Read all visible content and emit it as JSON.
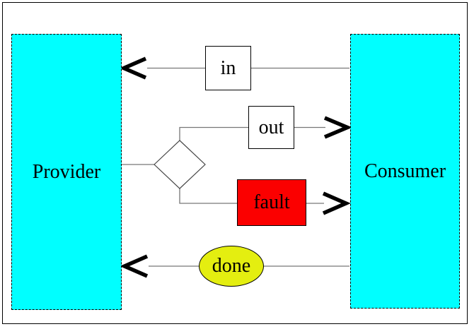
{
  "diagram": {
    "title": "message-exchange diagram",
    "nodes": {
      "provider": {
        "label": "Provider",
        "shape": "dashed-rectangle"
      },
      "consumer": {
        "label": "Consumer",
        "shape": "dashed-rectangle"
      },
      "in": {
        "label": "in",
        "shape": "rectangle"
      },
      "out": {
        "label": "out",
        "shape": "rectangle"
      },
      "fault": {
        "label": "fault",
        "shape": "rectangle"
      },
      "done": {
        "label": "done",
        "shape": "ellipse"
      },
      "choice": {
        "label": "",
        "shape": "diamond"
      }
    },
    "edges": [
      {
        "from": "in",
        "to": "provider",
        "arrow": "open-chevron-left"
      },
      {
        "from": "consumer",
        "to": "in",
        "arrow": "none"
      },
      {
        "from": "choice",
        "to": "out",
        "arrow": "none"
      },
      {
        "from": "out",
        "to": "consumer",
        "arrow": "open-chevron-right"
      },
      {
        "from": "provider",
        "to": "choice",
        "arrow": "none"
      },
      {
        "from": "choice",
        "to": "fault",
        "arrow": "none"
      },
      {
        "from": "fault",
        "to": "consumer",
        "arrow": "open-chevron-right"
      },
      {
        "from": "done",
        "to": "provider",
        "arrow": "open-chevron-left"
      },
      {
        "from": "consumer",
        "to": "done",
        "arrow": "none"
      }
    ]
  },
  "colors": {
    "background": "#ffffff",
    "actor_fill": "#00ffff",
    "message_box_fill": "#ffffff",
    "fault_fill": "#fb0000",
    "done_fill": "#e4ee10",
    "wire": "#777777",
    "diamond_stroke": "#444444",
    "arrow": "#000000",
    "border": "#000000"
  }
}
